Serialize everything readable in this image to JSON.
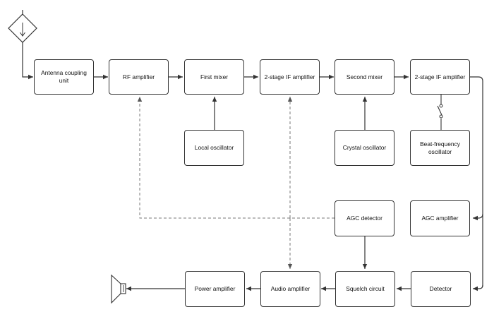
{
  "colors": {
    "line": "#333333",
    "dashed": "#777777",
    "text": "#111111"
  },
  "blocks": {
    "antenna_coupling": "Antenna coupling unit",
    "rf_amplifier": "RF amplifier",
    "first_mixer": "First mixer",
    "if_amp_1": "2-stage IF amplifier",
    "second_mixer": "Second mixer",
    "if_amp_2": "2-stage IF amplifier",
    "local_oscillator": "Local oscillator",
    "crystal_oscillator": "Crystal oscillator",
    "bfo": "Beat-frequency oscillator",
    "agc_detector": "AGC detector",
    "agc_amplifier": "AGC amplifier",
    "power_amplifier": "Power amplifier",
    "audio_amplifier": "Audio amplifier",
    "squelch_circuit": "Squelch circuit",
    "detector": "Detector"
  }
}
